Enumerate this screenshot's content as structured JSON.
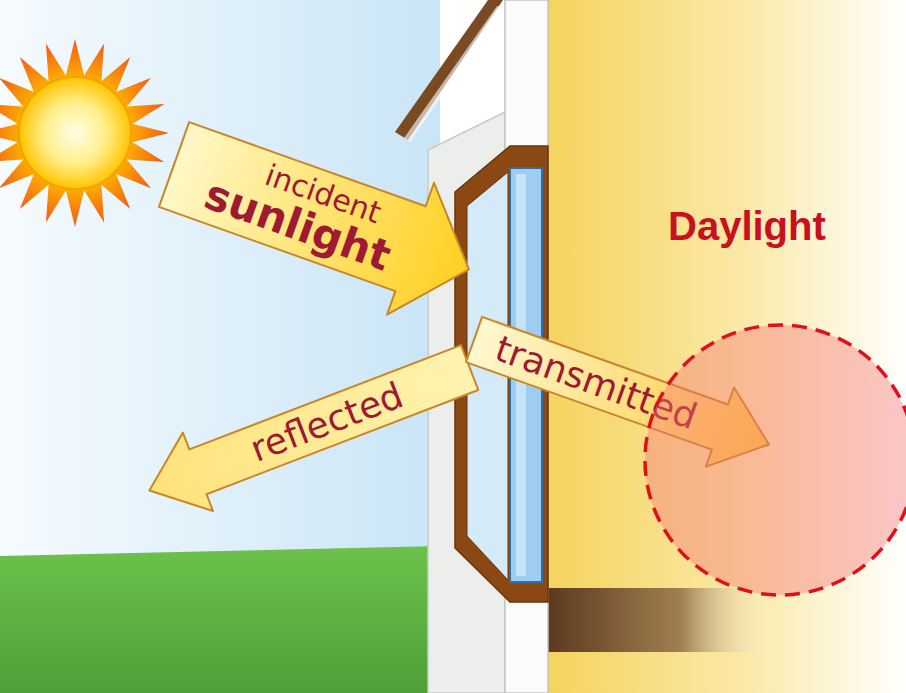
{
  "diagram": {
    "nodes": [
      {
        "text": [
          "incident",
          "sunlight"
        ]
      },
      {
        "text": [
          "reflected"
        ]
      },
      {
        "text": [
          "transmitted"
        ]
      },
      {
        "text": [
          "Daylight"
        ]
      }
    ]
  }
}
